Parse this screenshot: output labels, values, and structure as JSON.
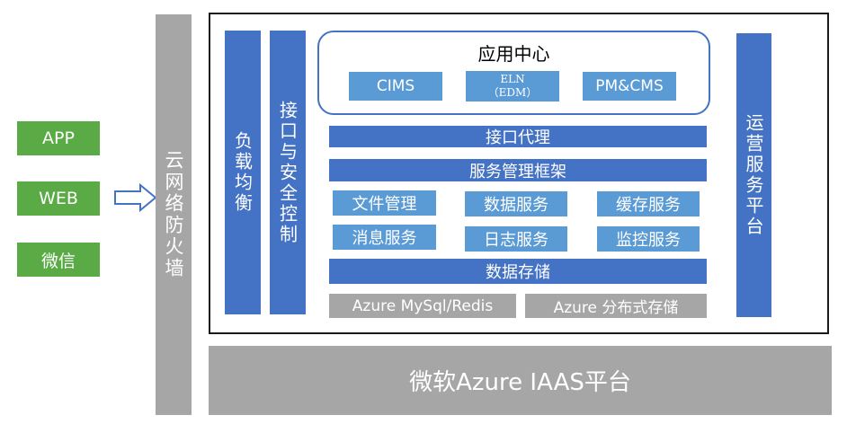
{
  "clients": [
    "APP",
    "WEB",
    "微信"
  ],
  "firewall": "云网络防火墙",
  "load_balancer": "负载均衡",
  "interface_security": "接口与安全控制",
  "app_center": {
    "title": "应用中心",
    "apps": [
      "CIMS",
      "ELN",
      "（EDM）",
      "PM&CMS"
    ]
  },
  "interface_proxy": "接口代理",
  "service_framework": "服务管理框架",
  "services": [
    "文件管理",
    "数据服务",
    "缓存服务",
    "消息服务",
    "日志服务",
    "监控服务"
  ],
  "data_storage": "数据存储",
  "storage_backends": [
    "Azure MySql/Redis",
    "Azure 分布式存储"
  ],
  "ops_platform": "运营服务平台",
  "iaas": "微软Azure IAAS平台",
  "colors": {
    "dark_blue": "#4472c4",
    "light_blue": "#5b9bd5",
    "green": "#5aab46",
    "gray": "#a6a6a6"
  }
}
